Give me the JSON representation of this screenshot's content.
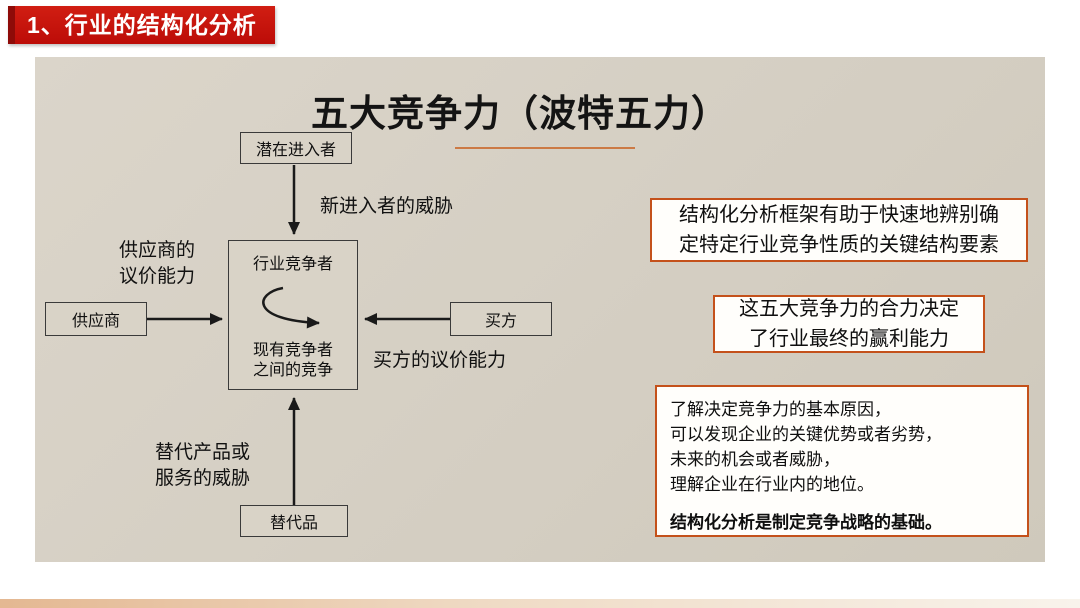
{
  "badge": {
    "label": "1、行业的结构化分析"
  },
  "slide": {
    "title": "五大竞争力（波特五力）",
    "diagram": {
      "boxes": {
        "potential_entrants": "潜在进入者",
        "suppliers": "供应商",
        "buyers": "买方",
        "substitutes": "替代品",
        "center_title": "行业竞争者",
        "center_sub": "现有竞争者\n之间的竞争"
      },
      "labels": {
        "new_entrants_threat": "新进入者的威胁",
        "supplier_power": "供应商的\n议价能力",
        "buyer_power": "买方的议价能力",
        "substitute_threat": "替代产品或\n服务的威胁"
      }
    },
    "callouts": {
      "framework": "结构化分析框架有助于快速地辨别确\n定特定行业竞争性质的关键结构要素",
      "profit": "这五大竞争力的合力决定\n了行业最终的赢利能力",
      "understanding": {
        "body": "了解决定竞争力的基本原因，\n可以发现企业的关键优势或者劣势，\n未来的机会或者威胁，\n理解企业在行业内的地位。",
        "emphasis": "结构化分析是制定竞争战略的基础。"
      }
    }
  },
  "colors": {
    "badge_red": "#BC0C08",
    "slide_background": "#D4CEC2",
    "callout_border_orange": "#C4511B",
    "title_underline_orange": "#CC7A45",
    "arrow_black": "#1A1A1A"
  }
}
